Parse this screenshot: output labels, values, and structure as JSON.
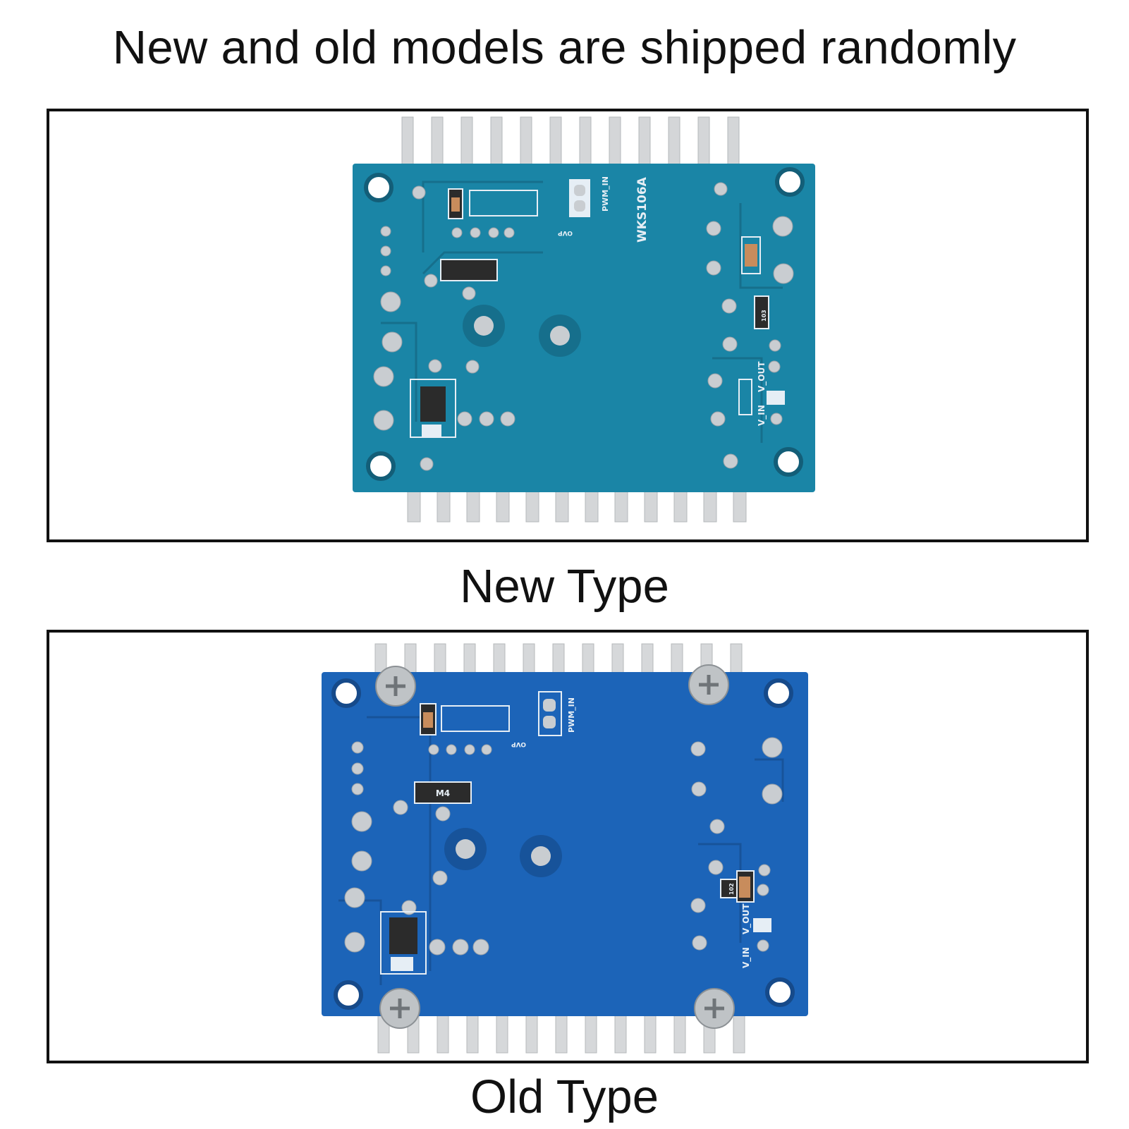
{
  "headline": "New and old models are shipped randomly",
  "panels": [
    {
      "caption": "New Type",
      "board_color": "#1a85a6",
      "silk_labels": {
        "model": "WKS106A",
        "pwm": "PWM_IN",
        "ovp": "OVP",
        "vin": "V_IN",
        "vout": "V_OUT",
        "resistor": "103"
      }
    },
    {
      "caption": "Old Type",
      "board_color": "#1c64b8",
      "silk_labels": {
        "pwm": "PWM_IN",
        "ovp": "OVP",
        "vin": "V_IN",
        "vout": "V_OUT",
        "chip": "M4",
        "resistor": "102"
      }
    }
  ]
}
